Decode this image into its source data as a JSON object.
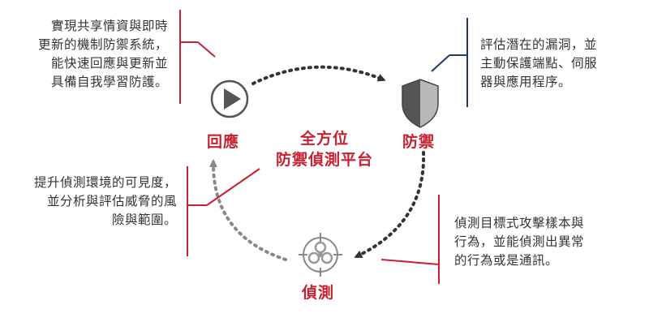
{
  "colors": {
    "red": "#c8202f",
    "navy": "#1f3a6e",
    "gray_dark": "#555555",
    "gray_mid": "#888888",
    "text": "#333333"
  },
  "center": {
    "line1": "全方位",
    "line2": "防禦偵測平台"
  },
  "nodes": {
    "respond": {
      "label": "回應",
      "icon": "play-icon"
    },
    "defend": {
      "label": "防禦",
      "icon": "shield-icon"
    },
    "detect": {
      "label": "偵測",
      "icon": "biohazard-target-icon"
    }
  },
  "notes": {
    "respond": [
      "實現共享情資與即時",
      "更新的機制防禦系統，",
      "能快速回應與更新並",
      "具備自我學習防護。"
    ],
    "defend": [
      "評估潛在的漏洞，並",
      "主動保護端點、伺服",
      "器與應用程序。"
    ],
    "visibility": [
      "提升偵測環境的可見度，",
      "並分析與評估威脅的風",
      "險與範圍。"
    ],
    "detect": [
      "偵測目標式攻擊樣本與",
      "行為，並能偵測出異常",
      "的行為或是通訊。"
    ]
  }
}
